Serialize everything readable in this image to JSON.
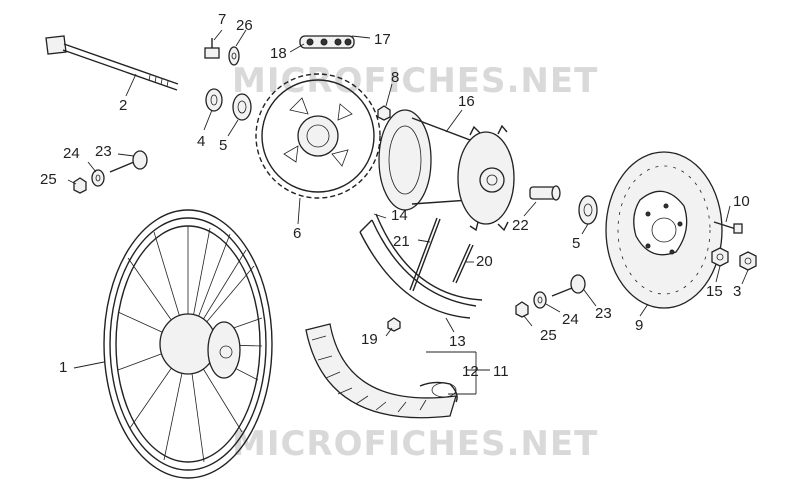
{
  "watermark": {
    "top": "MICROFICHES.NET",
    "bottom": "MICROFICHES.NET"
  },
  "callouts": {
    "c1": "1",
    "c2": "2",
    "c3": "3",
    "c4": "4",
    "c5a": "5",
    "c5b": "5",
    "c6": "6",
    "c7": "7",
    "c8": "8",
    "c9": "9",
    "c10": "10",
    "c11": "11",
    "c12": "12",
    "c13": "13",
    "c14": "14",
    "c15": "15",
    "c16": "16",
    "c17": "17",
    "c18": "18",
    "c19": "19",
    "c20": "20",
    "c21": "21",
    "c22": "22",
    "c23a": "23",
    "c23b": "23",
    "c24a": "24",
    "c24b": "24",
    "c25a": "25",
    "c25b": "25",
    "c26": "26"
  }
}
